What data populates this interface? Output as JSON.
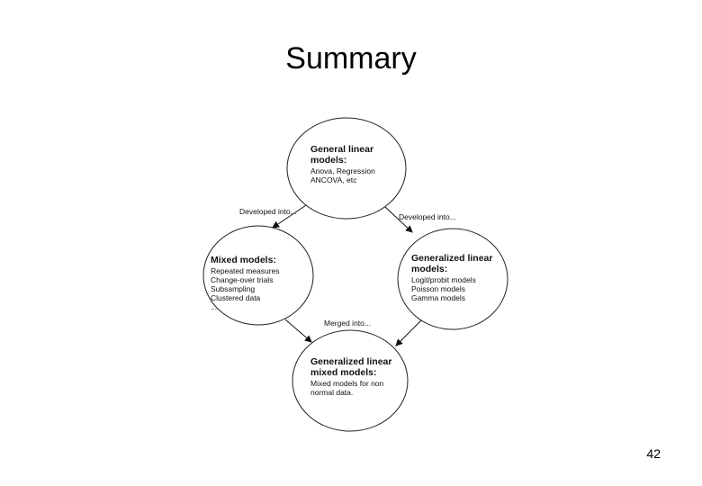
{
  "slide": {
    "title": "Summary",
    "page_number": "42"
  },
  "diagram": {
    "nodes": [
      {
        "id": "glm",
        "title": "General linear models:",
        "items": [
          "Anova, Regression",
          "ANCOVA, etc"
        ]
      },
      {
        "id": "mixed",
        "title": "Mixed models:",
        "items": [
          "Repeated measures",
          "Change-over trials",
          "Subsampling",
          "Clustered data",
          "..."
        ]
      },
      {
        "id": "generalized",
        "title": "Generalized linear models:",
        "items": [
          "Logit/probit models",
          "Poisson models",
          "Gamma models"
        ]
      },
      {
        "id": "glmm",
        "title": "Generalized linear mixed models:",
        "items": [
          "Mixed models for non",
          "normal data."
        ]
      }
    ],
    "edges": [
      {
        "from": "glm",
        "to": "mixed",
        "label": "Developed into..."
      },
      {
        "from": "glm",
        "to": "generalized",
        "label": "Developed into..."
      },
      {
        "from": "mixed",
        "to": "glmm",
        "label": "Merged into..."
      },
      {
        "from": "generalized",
        "to": "glmm",
        "label": ""
      }
    ]
  }
}
